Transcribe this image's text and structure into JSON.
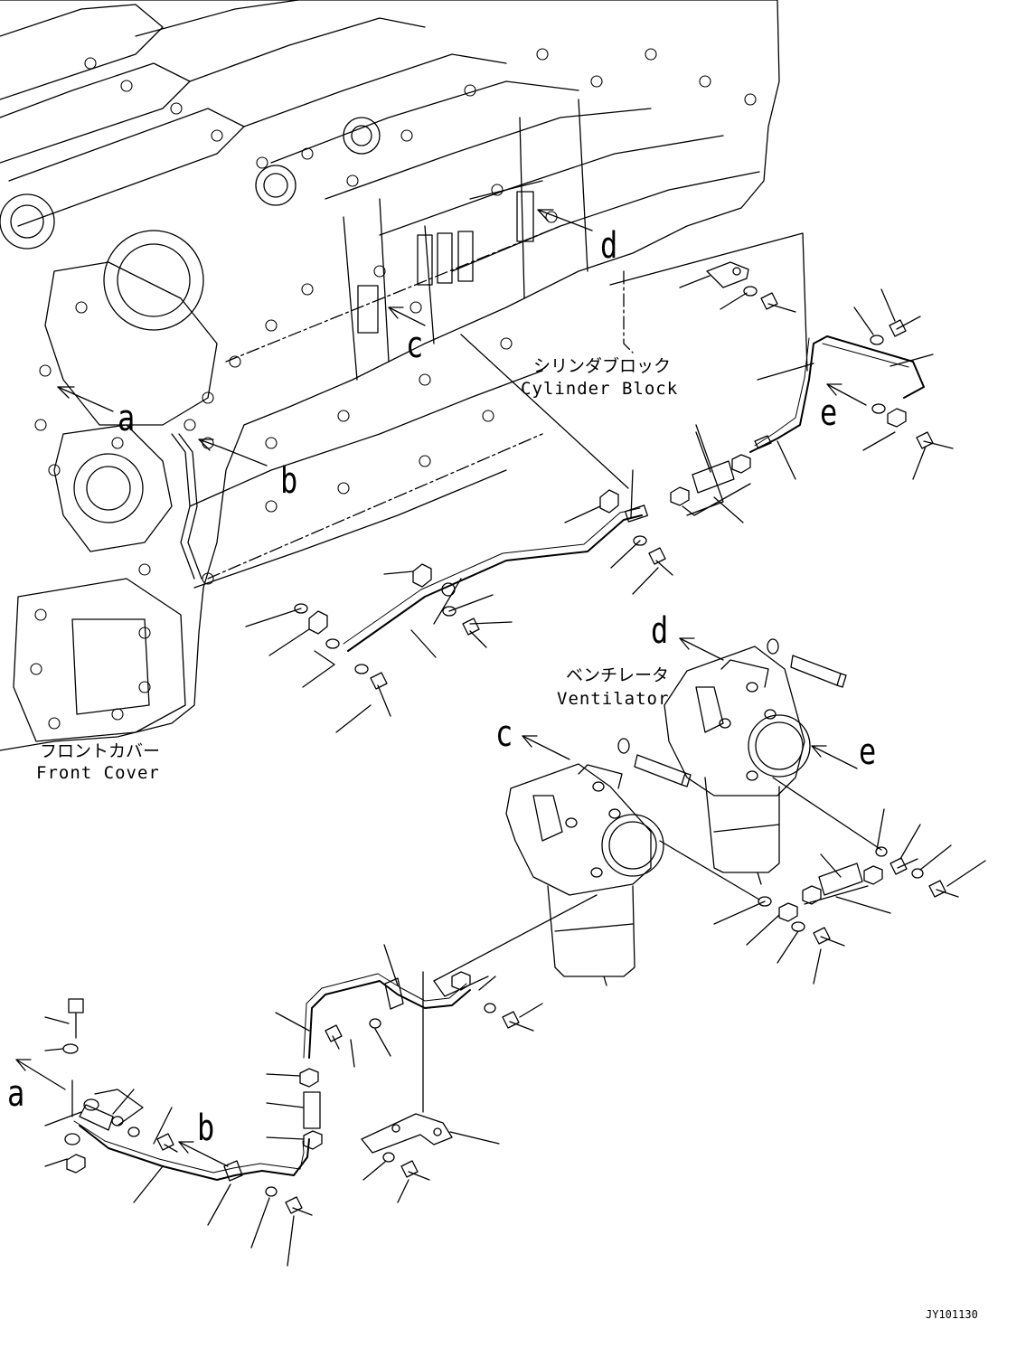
{
  "labels": {
    "cylinder_block_jp": "シリンダブロック",
    "cylinder_block_en": "Cylinder Block",
    "ventilator_jp": "ベンチレータ",
    "ventilator_en": "Ventilator",
    "front_cover_jp": "フロントカバー",
    "front_cover_en": "Front Cover",
    "drawing_code": "JY101130"
  },
  "callouts": {
    "a": "a",
    "b": "b",
    "c": "c",
    "d": "d",
    "e": "e"
  },
  "colors": {
    "ink": "#000000",
    "paper": "#ffffff"
  }
}
